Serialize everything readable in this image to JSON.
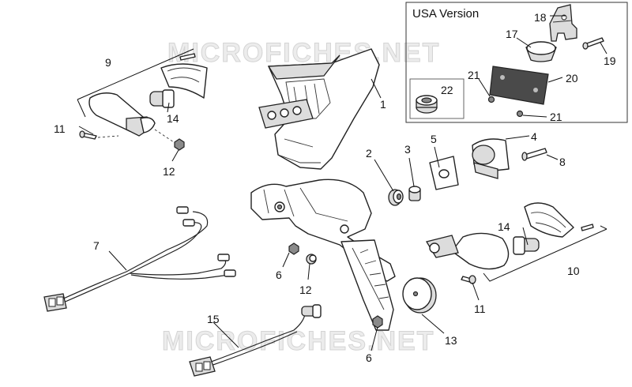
{
  "watermark": "MICROFICHES.NET",
  "usa_box": {
    "title": "USA Version"
  },
  "callouts": {
    "c1": "1",
    "c2": "2",
    "c3": "3",
    "c4": "4",
    "c5": "5",
    "c6a": "6",
    "c6b": "6",
    "c7": "7",
    "c8": "8",
    "c9": "9",
    "c10": "10",
    "c11a": "11",
    "c11b": "11",
    "c12a": "12",
    "c12b": "12",
    "c13": "13",
    "c14a": "14",
    "c14b": "14",
    "c15": "15",
    "c17": "17",
    "c18": "18",
    "c19": "19",
    "c20": "20",
    "c21a": "21",
    "c21b": "21",
    "c22": "22"
  }
}
